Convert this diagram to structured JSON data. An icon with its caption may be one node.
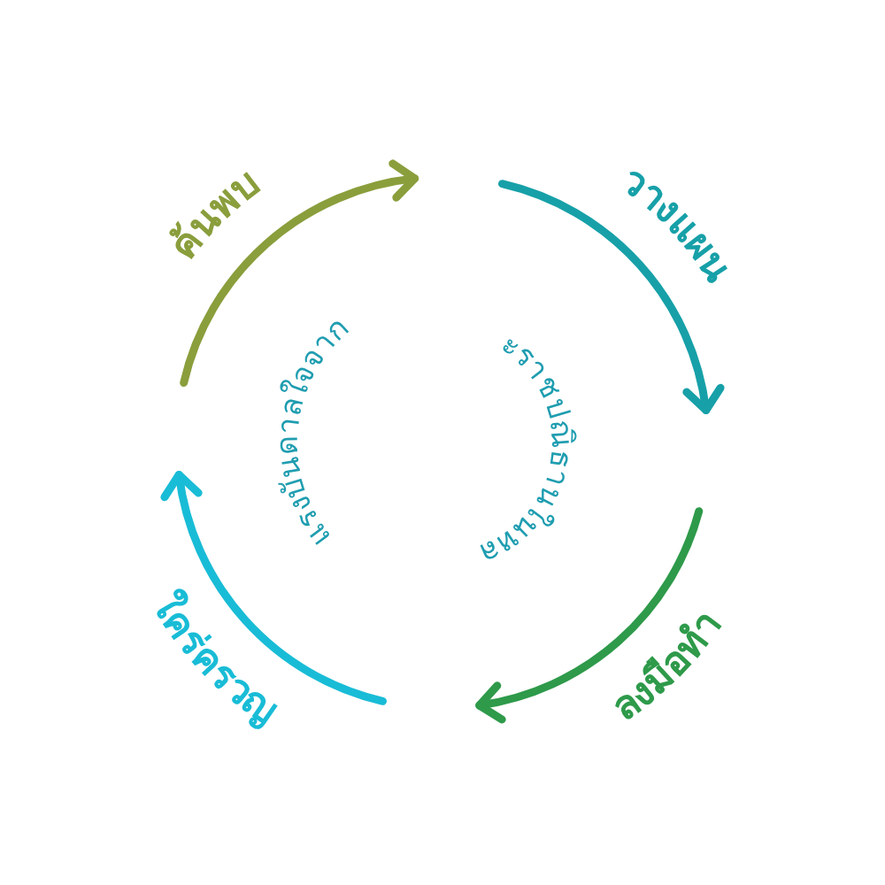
{
  "diagram": {
    "labels": [
      "ค้นพบ",
      "วางแผน",
      "แรงบันดาลใจจาก",
      "พระราชปณิธานในหลวง",
      "ใคร่ครวญ",
      "ลงมือทำ"
    ]
  }
}
